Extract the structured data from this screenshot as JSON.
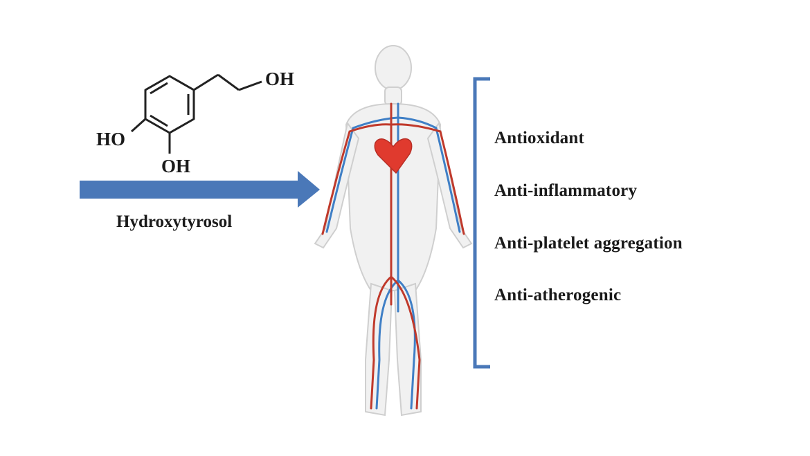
{
  "molecule": {
    "name": "Hydroxytyrosol",
    "groups": {
      "oh_top": "OH",
      "oh_left": "HO",
      "oh_bottom": "OH"
    }
  },
  "effects": [
    "Antioxidant",
    "Anti-inflammatory",
    "Anti-platelet aggregation",
    "Anti-atherogenic"
  ],
  "colors": {
    "arrow": "#4a78b8",
    "bracket": "#4a78b8",
    "artery": "#c0392b",
    "vein": "#3f7fc6",
    "heart": "#e03a2e"
  }
}
